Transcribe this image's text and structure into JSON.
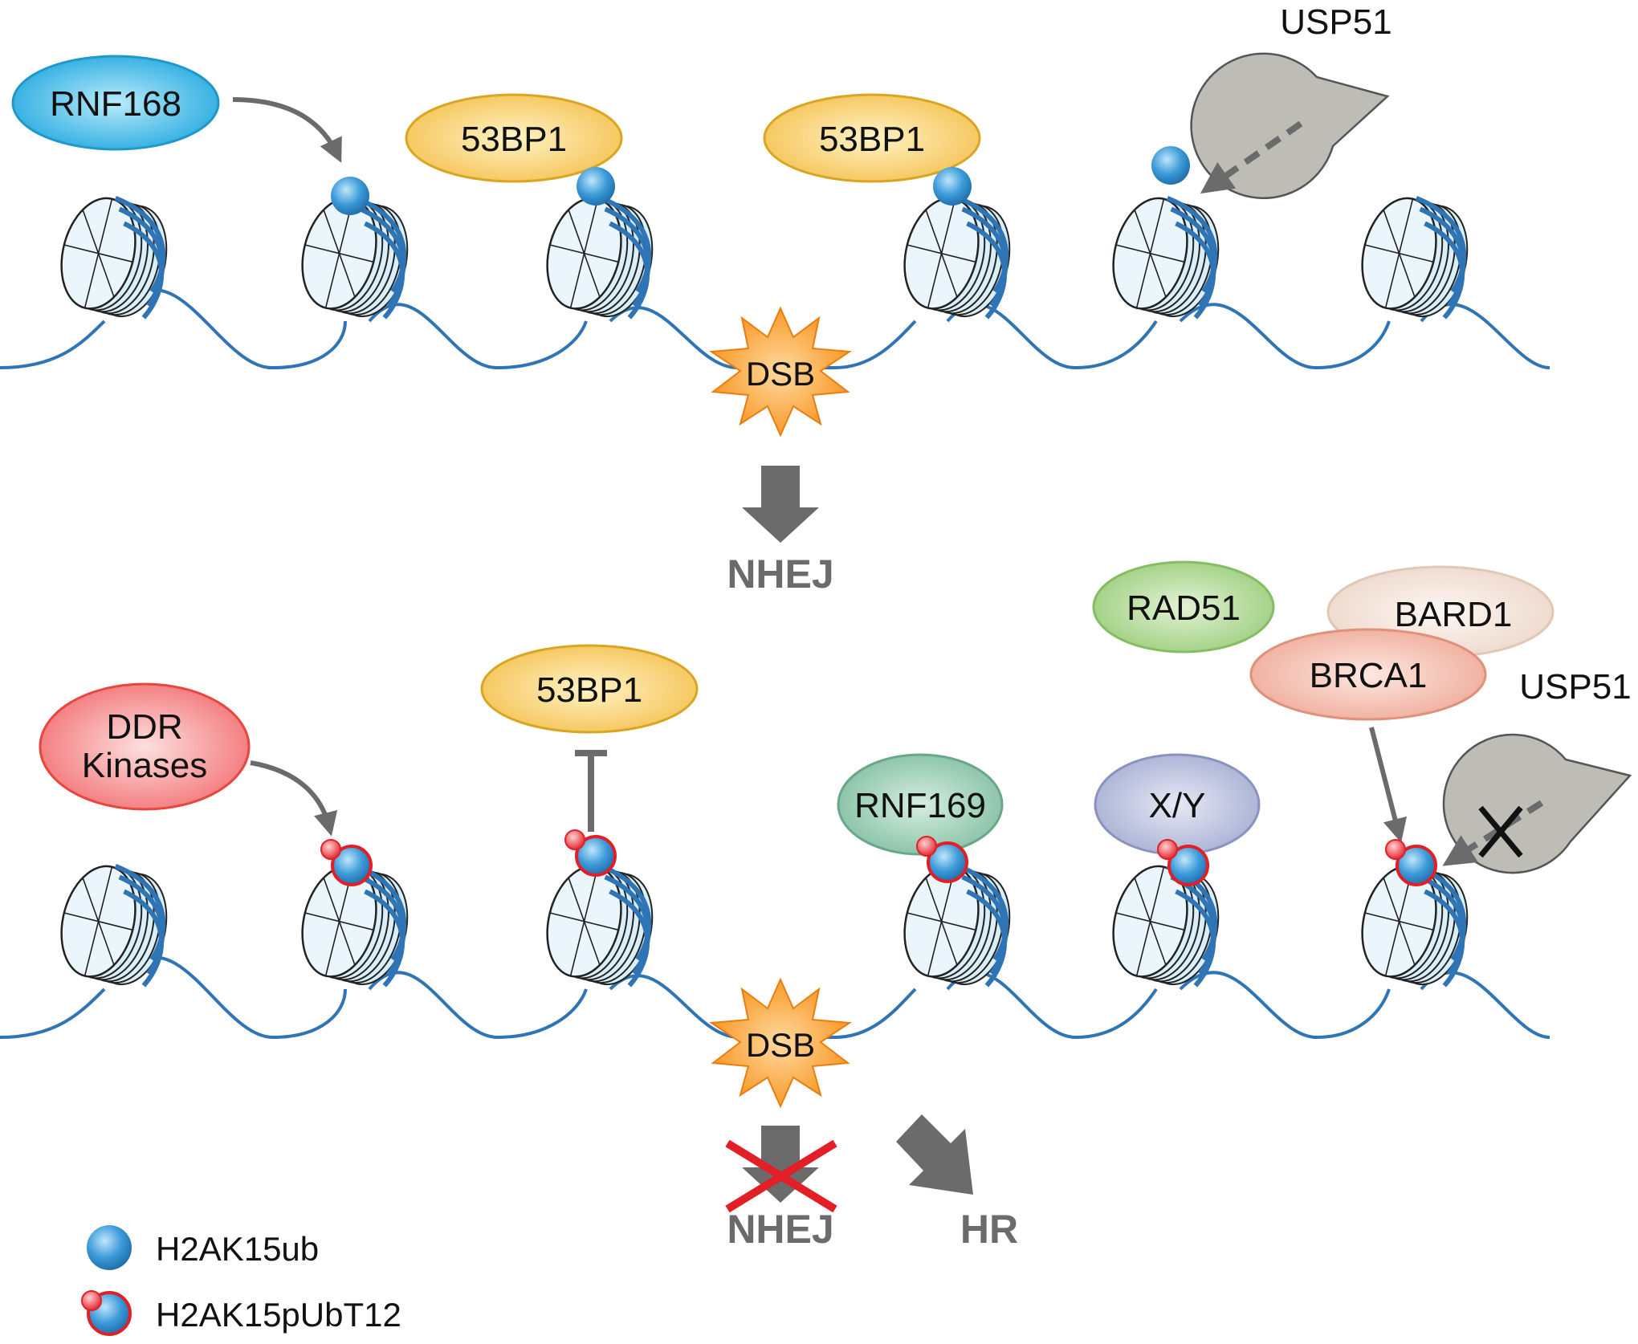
{
  "top_panel": {
    "writer": "RNF168",
    "reader_left": "53BP1",
    "reader_right": "53BP1",
    "eraser": "USP51",
    "break": "DSB",
    "outcome": "NHEJ"
  },
  "bottom_panel": {
    "kinase": "DDR",
    "kinase_line2": "Kinases",
    "blocked_reader": "53BP1",
    "reader_rnf": "RNF169",
    "reader_xy": "X/Y",
    "rad51": "RAD51",
    "bard1": "BARD1",
    "brca1": "BRCA1",
    "eraser": "USP51",
    "break": "DSB",
    "outcome_blocked": "NHEJ",
    "outcome": "HR"
  },
  "legend": {
    "ub": "H2AK15ub",
    "pub": "H2AK15pUbT12"
  },
  "colors": {
    "dna": "#2f74b5",
    "arrow": "#6b6b6b",
    "ub_fill": "#3b9ad8",
    "phospho_red": "#e21f26",
    "nucleosome_fill": "#d9eef8",
    "dsb_fill": "#f7941d",
    "usp51_fill": "#bdbdb6",
    "rnf168_fill": "#3fb7e6",
    "bp53_fill": "#f6c95c",
    "ddr_fill": "#f48a8c",
    "rnf169_fill": "#8fc6ac",
    "xy_fill": "#b4bbd9",
    "rad51_fill": "#a8d48b",
    "bard1_fill": "#f3e3d9",
    "brca1_fill": "#f2b6a5"
  }
}
